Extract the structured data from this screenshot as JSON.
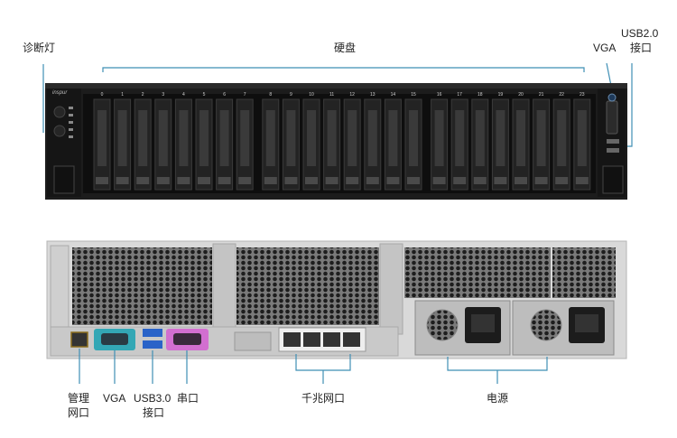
{
  "front_labels": {
    "diag_light": "诊断灯",
    "hdd": "硬盘",
    "vga": "VGA",
    "usb2_line1": "USB2.0",
    "usb2_line2": "接口"
  },
  "back_labels": {
    "mgmt_line1": "管理",
    "mgmt_line2": "网口",
    "vga": "VGA",
    "usb3_line1": "USB3.0",
    "usb3_line2": "接口",
    "serial": "串口",
    "gbe": "千兆网口",
    "power": "电源"
  },
  "brand": "inspur",
  "bay_numbers": [
    "0",
    "1",
    "2",
    "3",
    "4",
    "5",
    "6",
    "7",
    "8",
    "9",
    "10",
    "11",
    "12",
    "13",
    "14",
    "15",
    "16",
    "17",
    "18",
    "19",
    "20",
    "21",
    "22",
    "23"
  ],
  "colors": {
    "callout": "#3f8fb5",
    "chassis_front": "#1c1c1c",
    "chassis_back": "#d9d9d9",
    "vga_port": "#33a7b5",
    "serial_port": "#d26fd0",
    "usb3_port": "#2a63c8"
  }
}
